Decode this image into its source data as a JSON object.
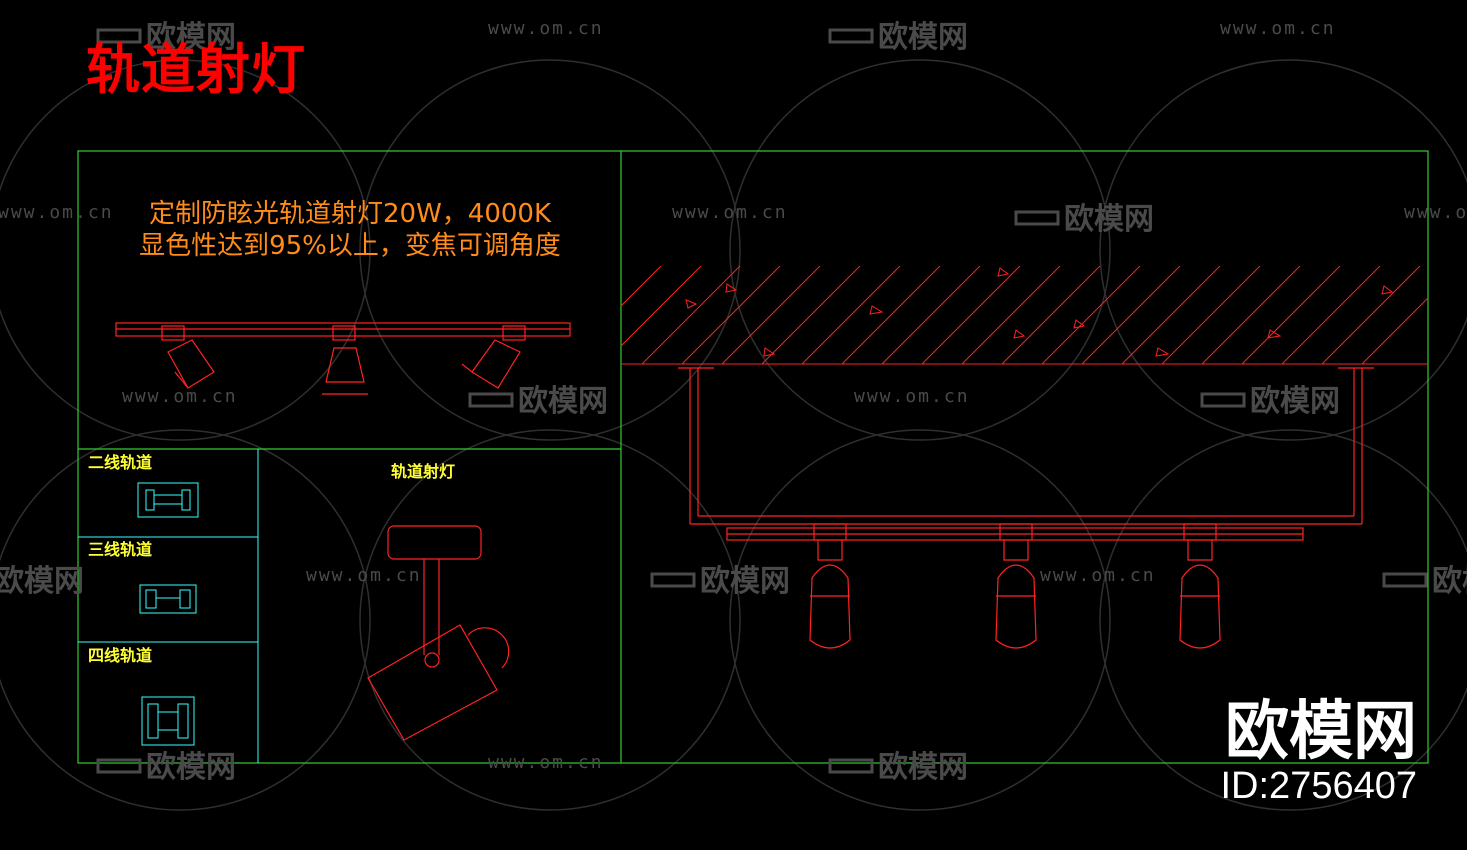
{
  "title": "轨道射灯",
  "description": {
    "line1": "定制防眩光轨道射灯20W，4000K",
    "line2": "显色性达到95%以上，变焦可调角度"
  },
  "labels": {
    "two_wire": "二线轨道",
    "three_wire": "三线轨道",
    "four_wire": "四线轨道",
    "spotlight": "轨道射灯"
  },
  "watermark": {
    "url": "www.om.cn",
    "logo": "欧模网"
  },
  "brand": {
    "name": "欧模网",
    "id": "ID:2756407"
  },
  "colors": {
    "background": "#000000",
    "frame": "#33cc33",
    "drawing": "#ff2222",
    "profile": "#33ffff",
    "title": "#ff0000",
    "description": "#ff8c1a",
    "label": "#ffff33",
    "watermark": "#4a4a4a"
  }
}
